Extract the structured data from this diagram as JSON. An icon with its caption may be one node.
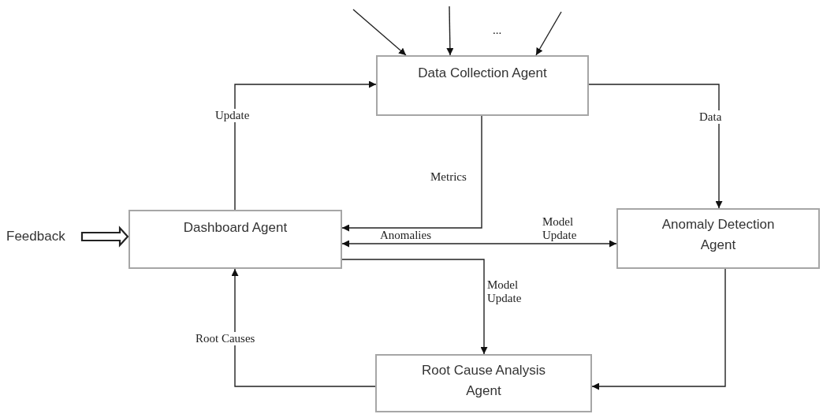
{
  "diagram": {
    "nodes": [
      {
        "text": [
          "Data Collection  Agent"
        ]
      },
      {
        "text": [
          "Dashboard Agent"
        ]
      },
      {
        "text": [
          "Anomaly Detection Agent"
        ]
      },
      {
        "text": [
          "Root Cause Analysis Agent"
        ]
      },
      {
        "text": [
          "Feedback"
        ]
      }
    ],
    "edges": [
      {
        "from": null,
        "to": 0,
        "arrow": "to"
      },
      {
        "from": null,
        "to": 0,
        "arrow": "to"
      },
      {
        "from": null,
        "to": 0,
        "arrow": "to"
      },
      {
        "from": 1,
        "to": 0,
        "arrow": "to",
        "label": "Update"
      },
      {
        "from": 0,
        "to": 2,
        "arrow": "to",
        "label": "Data"
      },
      {
        "from": 0,
        "to": 1,
        "arrow": "to",
        "label": "Metrics"
      },
      {
        "from": 2,
        "to": 1,
        "arrow": "both",
        "label": "Anomalies"
      },
      {
        "from": 1,
        "to": 3,
        "arrow": "to",
        "label": "Model Update"
      },
      {
        "from": 2,
        "to": 3,
        "arrow": "to"
      },
      {
        "from": 3,
        "to": 1,
        "arrow": "to",
        "label": "Root Causes"
      },
      {
        "from": 4,
        "to": 1,
        "arrow": "to",
        "style": "thick"
      }
    ],
    "labels": [
      "...",
      "Model Update"
    ]
  }
}
